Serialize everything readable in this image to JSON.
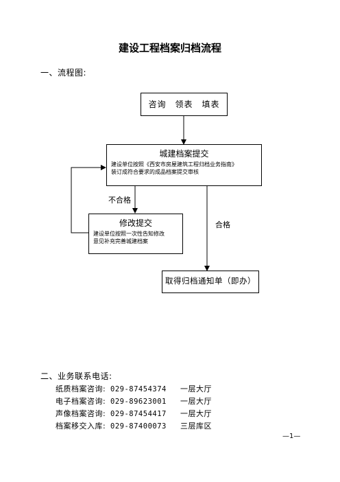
{
  "title": "建设工程档案归档流程",
  "section1": "一、流程图:",
  "flow": {
    "step1": "咨询　领表　填表",
    "step2_title": "城建档案提交",
    "step2_body_line1": "建设单位按照《西安市房屋建筑工程归档业务指南》",
    "step2_body_line2": "装订成符合要求的成品档案提交审核",
    "fail_label": "不合格",
    "pass_label": "合格",
    "step3_title": "修改提交",
    "step3_body_line1": "建设单位按照一次性告知修改",
    "step3_body_line2": "意见补充完善城建档案",
    "step4": "取得归档通知单（即办）"
  },
  "section2": "二、业务联系电话:",
  "contacts": [
    {
      "label": "纸质档案咨询:",
      "phone": "029-87454374",
      "location": "一层大厅"
    },
    {
      "label": "电子档案咨询:",
      "phone": "029-89623001",
      "location": "一层大厅"
    },
    {
      "label": "声像档案咨询:",
      "phone": "029-87454417",
      "location": "一层大厅"
    },
    {
      "label": "档案移交入库:",
      "phone": "029-87400073",
      "location": "三层库区"
    }
  ],
  "page_number": "—1—"
}
